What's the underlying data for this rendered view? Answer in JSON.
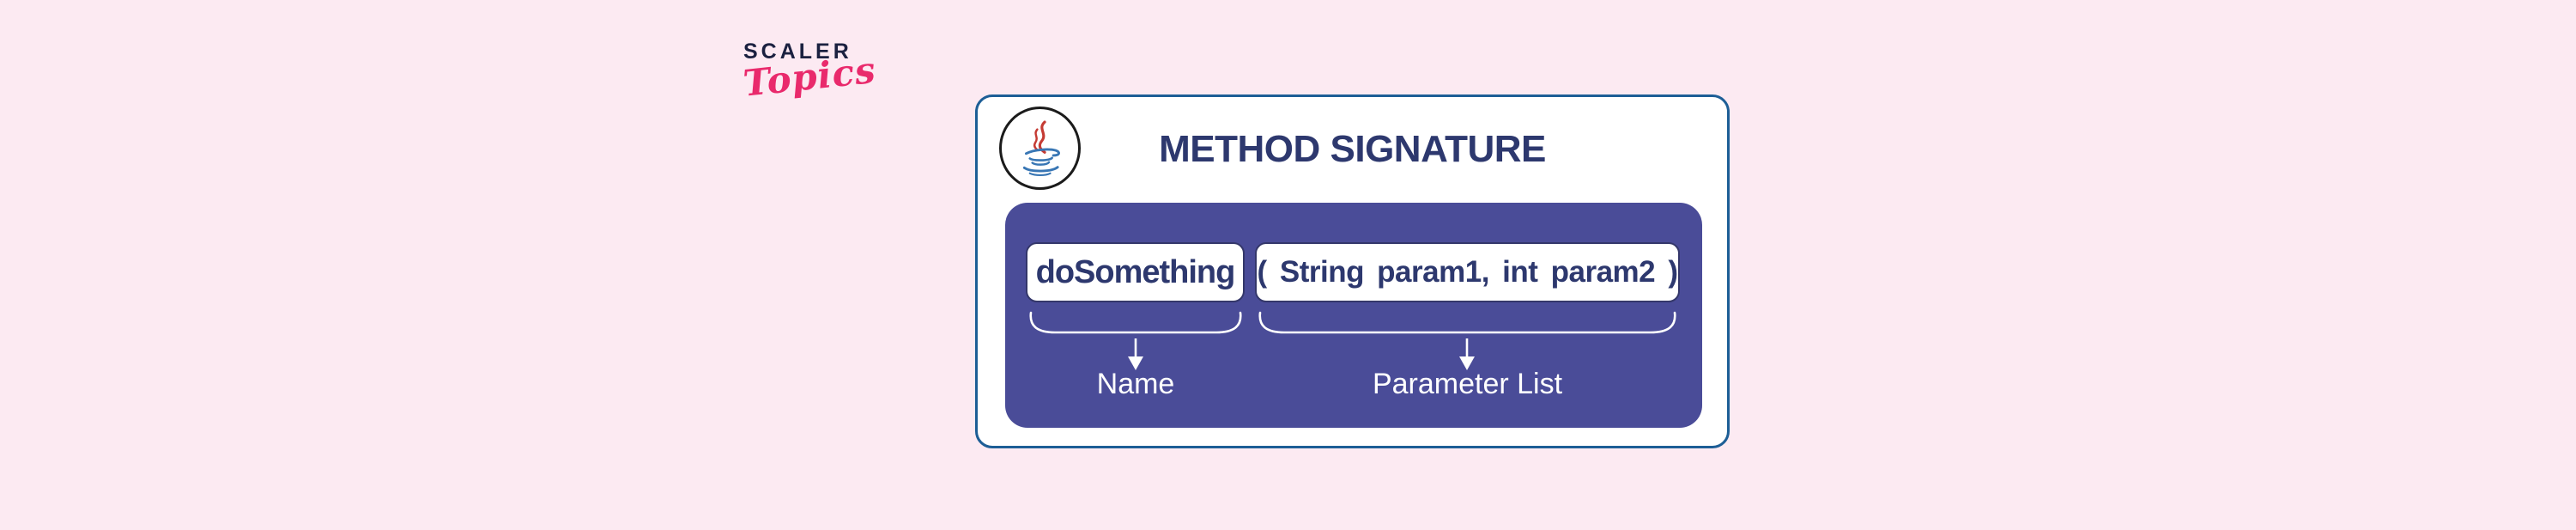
{
  "brand": {
    "name": "SCALER",
    "sub": "Topics"
  },
  "card": {
    "title": "METHOD SIGNATURE"
  },
  "signature": {
    "method_name": "doSomething",
    "parameter_list": "( String param1, int param2 )",
    "name_caption": "Name",
    "parameters_caption": "Parameter List"
  },
  "icons": {
    "java": "java-logo-icon"
  },
  "colors": {
    "page-bg": "#FCEAF2",
    "brand-navy": "#1B2140",
    "brand-pink": "#E92A6C",
    "card-border": "#1D5E96",
    "card-bg": "#FFFFFF",
    "title-navy": "#2D386E",
    "panel-purple": "#4A4C98",
    "chip-text": "#2D386E",
    "chip-outline": "#34376A",
    "java-red": "#C53B33",
    "java-blue": "#3876B4",
    "white": "#FFFFFF"
  }
}
